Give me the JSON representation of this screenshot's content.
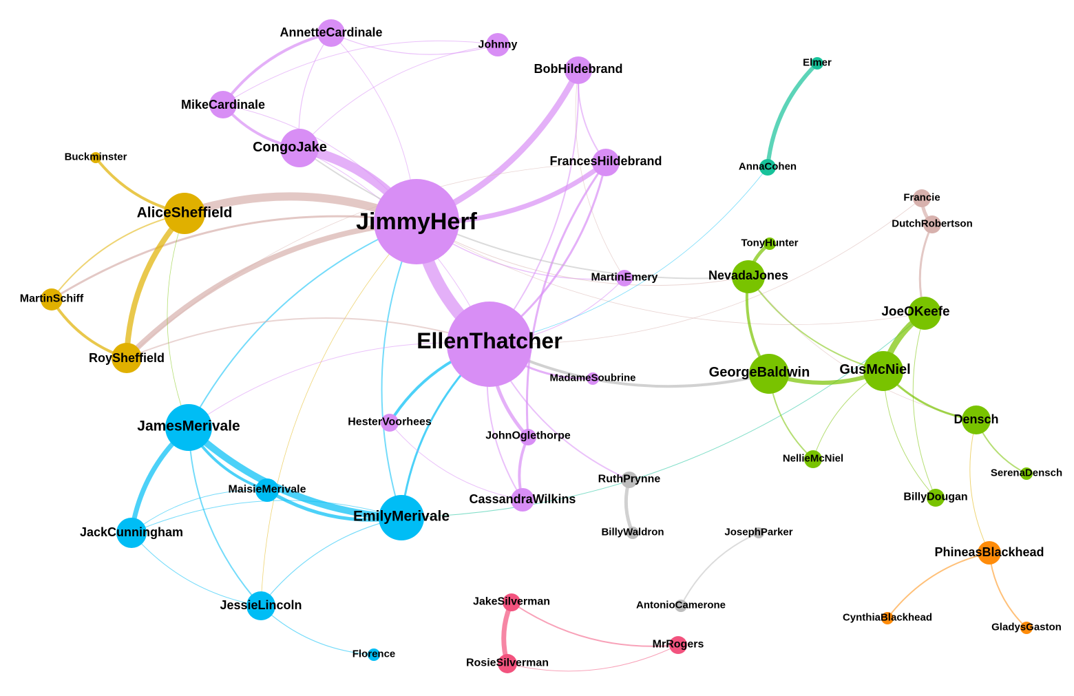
{
  "groups": {
    "magenta": "#d88ef5",
    "gold": "#e0b000",
    "blue": "#00bdf5",
    "green": "#79c300",
    "teal": "#17c29a",
    "mauve": "#d7b1ad",
    "orange": "#ff8c0a",
    "pink": "#f2537e",
    "gray": "#bdbdbd"
  },
  "nodes": [
    {
      "id": "JimmyHerf",
      "label": "JimmyHerf",
      "group": "magenta"
    },
    {
      "id": "EllenThatcher",
      "label": "EllenThatcher",
      "group": "magenta"
    },
    {
      "id": "AnnetteCardinale",
      "label": "AnnetteCardinale",
      "group": "magenta"
    },
    {
      "id": "Johnny",
      "label": "Johnny",
      "group": "magenta"
    },
    {
      "id": "BobHildebrand",
      "label": "BobHildebrand",
      "group": "magenta"
    },
    {
      "id": "MikeCardinale",
      "label": "MikeCardinale",
      "group": "magenta"
    },
    {
      "id": "CongoJake",
      "label": "CongoJake",
      "group": "magenta"
    },
    {
      "id": "FrancesHildebrand",
      "label": "FrancesHildebrand",
      "group": "magenta"
    },
    {
      "id": "MartinEmery",
      "label": "MartinEmery",
      "group": "magenta"
    },
    {
      "id": "MadameSoubrine",
      "label": "MadameSoubrine",
      "group": "magenta"
    },
    {
      "id": "HesterVoorhees",
      "label": "HesterVoorhees",
      "group": "magenta"
    },
    {
      "id": "JohnOglethorpe",
      "label": "JohnOglethorpe",
      "group": "magenta"
    },
    {
      "id": "CassandraWilkins",
      "label": "CassandraWilkins",
      "group": "magenta"
    },
    {
      "id": "Buckminster",
      "label": "Buckminster",
      "group": "gold"
    },
    {
      "id": "AliceSheffield",
      "label": "AliceSheffield",
      "group": "gold"
    },
    {
      "id": "MartinSchiff",
      "label": "MartinSchiff",
      "group": "gold"
    },
    {
      "id": "RoySheffield",
      "label": "RoySheffield",
      "group": "gold"
    },
    {
      "id": "JamesMerivale",
      "label": "JamesMerivale",
      "group": "blue"
    },
    {
      "id": "MaisieMerivale",
      "label": "MaisieMerivale",
      "group": "blue"
    },
    {
      "id": "EmilyMerivale",
      "label": "EmilyMerivale",
      "group": "blue"
    },
    {
      "id": "JackCunningham",
      "label": "JackCunningham",
      "group": "blue"
    },
    {
      "id": "JessieLincoln",
      "label": "JessieLincoln",
      "group": "blue"
    },
    {
      "id": "Florence",
      "label": "Florence",
      "group": "blue"
    },
    {
      "id": "Elmer",
      "label": "Elmer",
      "group": "teal"
    },
    {
      "id": "AnnaCohen",
      "label": "AnnaCohen",
      "group": "teal"
    },
    {
      "id": "Francie",
      "label": "Francie",
      "group": "mauve"
    },
    {
      "id": "DutchRobertson",
      "label": "DutchRobertson",
      "group": "mauve"
    },
    {
      "id": "TonyHunter",
      "label": "TonyHunter",
      "group": "green"
    },
    {
      "id": "NevadaJones",
      "label": "NevadaJones",
      "group": "green"
    },
    {
      "id": "JoeOKeefe",
      "label": "JoeOKeefe",
      "group": "green"
    },
    {
      "id": "GeorgeBaldwin",
      "label": "GeorgeBaldwin",
      "group": "green"
    },
    {
      "id": "GusMcNiel",
      "label": "GusMcNiel",
      "group": "green"
    },
    {
      "id": "Densch",
      "label": "Densch",
      "group": "green"
    },
    {
      "id": "NellieMcNiel",
      "label": "NellieMcNiel",
      "group": "green"
    },
    {
      "id": "SerenaDensch",
      "label": "SerenaDensch",
      "group": "green"
    },
    {
      "id": "BillyDougan",
      "label": "BillyDougan",
      "group": "green"
    },
    {
      "id": "PhineasBlackhead",
      "label": "PhineasBlackhead",
      "group": "orange"
    },
    {
      "id": "CynthiaBlackhead",
      "label": "CynthiaBlackhead",
      "group": "orange"
    },
    {
      "id": "GladysGaston",
      "label": "GladysGaston",
      "group": "orange"
    },
    {
      "id": "RuthPrynne",
      "label": "RuthPrynne",
      "group": "gray"
    },
    {
      "id": "BillyWaldron",
      "label": "BillyWaldron",
      "group": "gray"
    },
    {
      "id": "JosephParker",
      "label": "JosephParker",
      "group": "gray"
    },
    {
      "id": "AntonioCamerone",
      "label": "AntonioCamerone",
      "group": "gray"
    },
    {
      "id": "JakeSilverman",
      "label": "JakeSilverman",
      "group": "pink"
    },
    {
      "id": "RosieSilverman",
      "label": "RosieSilverman",
      "group": "pink"
    },
    {
      "id": "MrRogers",
      "label": "MrRogers",
      "group": "pink"
    }
  ],
  "edges": [
    [
      "JimmyHerf",
      "EllenThatcher",
      18,
      "magenta"
    ],
    [
      "JimmyHerf",
      "CongoJake",
      14,
      "magenta"
    ],
    [
      "JimmyHerf",
      "BobHildebrand",
      9,
      "magenta"
    ],
    [
      "JimmyHerf",
      "FrancesHildebrand",
      7,
      "magenta"
    ],
    [
      "JimmyHerf",
      "AliceSheffield",
      12,
      "mauve"
    ],
    [
      "JimmyHerf",
      "RoySheffield",
      8,
      "mauve"
    ],
    [
      "JimmyHerf",
      "MartinSchiff",
      3,
      "mauve"
    ],
    [
      "JimmyHerf",
      "JamesMerivale",
      2,
      "blue"
    ],
    [
      "JimmyHerf",
      "EmilyMerivale",
      2,
      "blue"
    ],
    [
      "JimmyHerf",
      "MartinEmery",
      1.5,
      "magenta"
    ],
    [
      "JimmyHerf",
      "NevadaJones",
      1,
      "mauve"
    ],
    [
      "JimmyHerf",
      "AnnetteCardinale",
      1,
      "magenta"
    ],
    [
      "JimmyHerf",
      "MikeCardinale",
      1,
      "magenta"
    ],
    [
      "JimmyHerf",
      "JoeOKeefe",
      0.8,
      "mauve"
    ],
    [
      "JimmyHerf",
      "JessieLincoln",
      0.8,
      "gold"
    ],
    [
      "EllenThatcher",
      "FrancesHildebrand",
      3,
      "magenta"
    ],
    [
      "EllenThatcher",
      "BobHildebrand",
      2,
      "magenta"
    ],
    [
      "EllenThatcher",
      "GeorgeBaldwin",
      4,
      "gray"
    ],
    [
      "EllenThatcher",
      "JamesMerivale",
      1,
      "magenta"
    ],
    [
      "EllenThatcher",
      "EmilyMerivale",
      3,
      "blue"
    ],
    [
      "EllenThatcher",
      "HesterVoorhees",
      4,
      "blue"
    ],
    [
      "EllenThatcher",
      "JohnOglethorpe",
      5,
      "magenta"
    ],
    [
      "EllenThatcher",
      "CassandraWilkins",
      2,
      "magenta"
    ],
    [
      "EllenThatcher",
      "MadameSoubrine",
      3,
      "magenta"
    ],
    [
      "EllenThatcher",
      "RuthPrynne",
      2,
      "magenta"
    ],
    [
      "EllenThatcher",
      "RoySheffield",
      2,
      "mauve"
    ],
    [
      "EllenThatcher",
      "CongoJake",
      1,
      "magenta"
    ],
    [
      "EllenThatcher",
      "MartinEmery",
      1.2,
      "magenta"
    ],
    [
      "EllenThatcher",
      "AnnaCohen",
      0.8,
      "blue"
    ],
    [
      "EllenThatcher",
      "Francie",
      0.8,
      "mauve"
    ],
    [
      "AnnetteCardinale",
      "MikeCardinale",
      4,
      "magenta"
    ],
    [
      "AnnetteCardinale",
      "Johnny",
      1.2,
      "magenta"
    ],
    [
      "AnnetteCardinale",
      "CongoJake",
      1.2,
      "magenta"
    ],
    [
      "Johnny",
      "CongoJake",
      1,
      "magenta"
    ],
    [
      "Johnny",
      "MikeCardinale",
      1,
      "magenta"
    ],
    [
      "MikeCardinale",
      "CongoJake",
      4,
      "magenta"
    ],
    [
      "BobHildebrand",
      "FrancesHildebrand",
      2,
      "magenta"
    ],
    [
      "BobHildebrand",
      "MartinEmery",
      0.8,
      "mauve"
    ],
    [
      "FrancesHildebrand",
      "JohnOglethorpe",
      3,
      "magenta"
    ],
    [
      "FrancesHildebrand",
      "RoySheffield",
      0.8,
      "mauve"
    ],
    [
      "CongoJake",
      "NevadaJones",
      2,
      "gray"
    ],
    [
      "Buckminster",
      "AliceSheffield",
      4,
      "gold"
    ],
    [
      "AliceSheffield",
      "RoySheffield",
      8,
      "gold"
    ],
    [
      "AliceSheffield",
      "MartinSchiff",
      2,
      "gold"
    ],
    [
      "AliceSheffield",
      "JamesMerivale",
      0.8,
      "green"
    ],
    [
      "MartinSchiff",
      "RoySheffield",
      4,
      "gold"
    ],
    [
      "JamesMerivale",
      "EmilyMerivale",
      10,
      "blue"
    ],
    [
      "JamesMerivale",
      "MaisieMerivale",
      4,
      "blue"
    ],
    [
      "JamesMerivale",
      "JackCunningham",
      7,
      "blue"
    ],
    [
      "JamesMerivale",
      "JessieLincoln",
      2,
      "blue"
    ],
    [
      "MaisieMerivale",
      "JackCunningham",
      1,
      "blue"
    ],
    [
      "MaisieMerivale",
      "EmilyMerivale",
      5,
      "blue"
    ],
    [
      "EmilyMerivale",
      "JackCunningham",
      1,
      "blue"
    ],
    [
      "EmilyMerivale",
      "JessieLincoln",
      1.2,
      "blue"
    ],
    [
      "EmilyMerivale",
      "JoeOKeefe",
      1,
      "teal"
    ],
    [
      "JackCunningham",
      "JessieLincoln",
      1,
      "blue"
    ],
    [
      "JessieLincoln",
      "Florence",
      1.2,
      "blue"
    ],
    [
      "HesterVoorhees",
      "CassandraWilkins",
      1,
      "magenta"
    ],
    [
      "JohnOglethorpe",
      "CassandraWilkins",
      4,
      "magenta"
    ],
    [
      "Elmer",
      "AnnaCohen",
      6,
      "teal"
    ],
    [
      "Francie",
      "DutchRobertson",
      5,
      "mauve"
    ],
    [
      "DutchRobertson",
      "JoeOKeefe",
      3,
      "mauve"
    ],
    [
      "TonyHunter",
      "NevadaJones",
      5,
      "green"
    ],
    [
      "NevadaJones",
      "GeorgeBaldwin",
      4,
      "green"
    ],
    [
      "NevadaJones",
      "GusMcNiel",
      2,
      "green"
    ],
    [
      "NevadaJones",
      "Densch",
      0.8,
      "mauve"
    ],
    [
      "JoeOKeefe",
      "GusMcNiel",
      9,
      "green"
    ],
    [
      "JoeOKeefe",
      "BillyDougan",
      1,
      "green"
    ],
    [
      "GeorgeBaldwin",
      "GusMcNiel",
      6,
      "green"
    ],
    [
      "GeorgeBaldwin",
      "NellieMcNiel",
      2,
      "green"
    ],
    [
      "GusMcNiel",
      "Densch",
      3,
      "green"
    ],
    [
      "GusMcNiel",
      "NellieMcNiel",
      1,
      "green"
    ],
    [
      "GusMcNiel",
      "BillyDougan",
      1,
      "green"
    ],
    [
      "Densch",
      "SerenaDensch",
      2,
      "green"
    ],
    [
      "Densch",
      "PhineasBlackhead",
      1,
      "gold"
    ],
    [
      "PhineasBlackhead",
      "CynthiaBlackhead",
      2,
      "orange"
    ],
    [
      "PhineasBlackhead",
      "GladysGaston",
      2,
      "orange"
    ],
    [
      "RuthPrynne",
      "BillyWaldron",
      5,
      "gray"
    ],
    [
      "JosephParker",
      "AntonioCamerone",
      2,
      "gray"
    ],
    [
      "JakeSilverman",
      "RosieSilverman",
      7,
      "pink"
    ],
    [
      "JakeSilverman",
      "MrRogers",
      2,
      "pink"
    ],
    [
      "RosieSilverman",
      "MrRogers",
      1,
      "pink"
    ]
  ]
}
